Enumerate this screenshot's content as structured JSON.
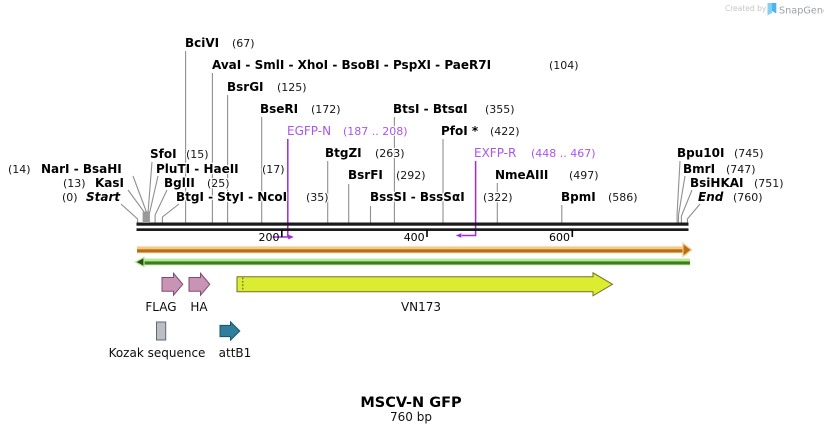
{
  "header": {
    "created_by": "Created by",
    "brand": "SnapGene"
  },
  "map": {
    "title": "MSCV-N GFP",
    "length_label": "760 bp",
    "sites": [
      {
        "name": "BciVI",
        "pos": "(67)"
      },
      {
        "name": "AvaI - SmlI - XhoI - BsoBI - PspXI - PaeR7I",
        "pos": "(104)"
      },
      {
        "name": "BsrGI",
        "pos": "(125)"
      },
      {
        "name": "BseRI",
        "pos": "(172)"
      },
      {
        "name": "BtsI - BtsαI",
        "pos": "(355)"
      },
      {
        "name": "BtgZI",
        "pos": "(263)"
      },
      {
        "name": "PfoI *",
        "pos": "(422)"
      },
      {
        "name": "BsrFI",
        "pos": "(292)"
      },
      {
        "name": "BssSI - BssSαI",
        "pos": "(322)"
      },
      {
        "name": "NmeAIII",
        "pos": "(497)"
      },
      {
        "name": "BpmI",
        "pos": "(586)"
      },
      {
        "name": "SfoI",
        "pos": "(15)"
      },
      {
        "name": "NarI - BsaHI",
        "pos": "(14)"
      },
      {
        "name": "PluTI - HaeII",
        "pos": "(17)"
      },
      {
        "name": "KasI",
        "pos": "(13)"
      },
      {
        "name": "BglII",
        "pos": "(25)"
      },
      {
        "name": "Start",
        "pos": "(0)"
      },
      {
        "name": "BtgI - StyI - NcoI",
        "pos": "(35)"
      },
      {
        "name": "Bpu10I",
        "pos": "(745)"
      },
      {
        "name": "BmrI",
        "pos": "(747)"
      },
      {
        "name": "BsiHKAI",
        "pos": "(751)"
      },
      {
        "name": "End",
        "pos": "(760)"
      }
    ],
    "primers": [
      {
        "name": "EGFP-N",
        "range": "(187 .. 208)"
      },
      {
        "name": "EXFP-R",
        "range": "(448 .. 467)"
      }
    ],
    "ruler": {
      "ticks": [
        "200",
        "400",
        "600"
      ]
    },
    "features": [
      {
        "label": "FLAG"
      },
      {
        "label": "HA"
      },
      {
        "label": "VN173"
      },
      {
        "label": "Kozak sequence"
      },
      {
        "label": "attB1"
      }
    ]
  },
  "colors": {
    "primer": "#9D2BDB",
    "forward_strand": "#B76F16",
    "forward_strand_light": "#F4CA85",
    "reverse_strand": "#3E7D1E",
    "reverse_strand_light": "#B5E795",
    "feature_plum": "#C893B5",
    "vn173": "#DBEC31",
    "kozak": "#B9BFC5",
    "attb1": "#2F7F9A",
    "brand_blue": "#4AB5EA"
  }
}
